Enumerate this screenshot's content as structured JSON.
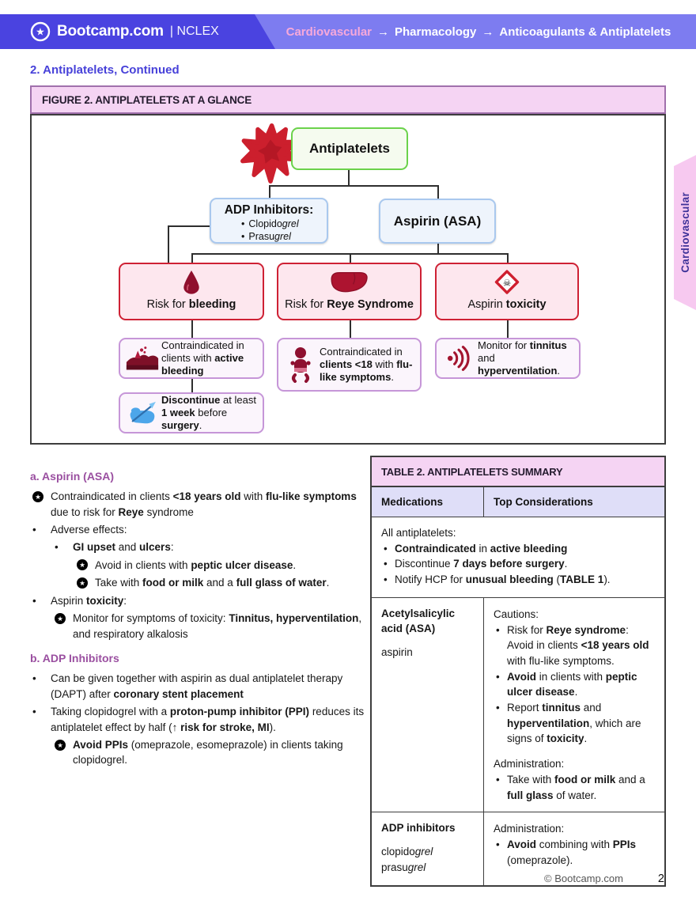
{
  "header": {
    "brand": "Bootcamp.com",
    "brand_suffix": "| NCLEX",
    "breadcrumb": {
      "arrow": "→",
      "items": [
        "Cardiovascular",
        "Pharmacology",
        "Anticoagulants & Antiplatelets"
      ]
    }
  },
  "side_tab": "Cardiovascular",
  "page_heading": "2. Antiplatelets, Continued",
  "figure": {
    "title": "FIGURE 2. ANTIPLATELETS AT A GLANCE",
    "root": "Antiplatelets",
    "adp_node": {
      "title": "ADP Inhibitors:",
      "drugs": [
        [
          {
            "t": "Clopido"
          },
          {
            "t": "grel",
            "i": true
          }
        ],
        [
          {
            "t": "Prasu"
          },
          {
            "t": "grel",
            "i": true
          }
        ]
      ]
    },
    "aspirin_node": "Aspirin (ASA)",
    "risk_bleeding": [
      {
        "t": "Risk for "
      },
      {
        "t": "bleeding",
        "b": true
      }
    ],
    "risk_reye": [
      {
        "t": "Risk for "
      },
      {
        "t": "Reye Syndrome",
        "b": true
      }
    ],
    "risk_toxicity": [
      {
        "t": "Aspirin "
      },
      {
        "t": "toxicity",
        "b": true
      }
    ],
    "contra_bleeding": [
      {
        "t": "Contraindicated in clients with "
      },
      {
        "t": "active bleeding",
        "b": true
      }
    ],
    "contra_reye": [
      {
        "t": "Contraindicated in "
      },
      {
        "t": "clients <18",
        "b": true
      },
      {
        "t": " with "
      },
      {
        "t": "flu-like symptoms",
        "b": true
      },
      {
        "t": "."
      }
    ],
    "monitor_toxicity": [
      {
        "t": "Monitor for "
      },
      {
        "t": "tinnitus",
        "b": true
      },
      {
        "t": " and "
      },
      {
        "t": "hyperventilation",
        "b": true
      },
      {
        "t": "."
      }
    ],
    "discontinue": [
      {
        "t": "Discontinue",
        "b": true
      },
      {
        "t": " at least "
      },
      {
        "t": "1 week",
        "b": true
      },
      {
        "t": " before "
      },
      {
        "t": "surgery",
        "b": true
      },
      {
        "t": "."
      }
    ]
  },
  "sections": {
    "a": {
      "heading": "a. Aspirin (ASA)",
      "items": [
        {
          "bullet": "star",
          "indent": 0,
          "rich": [
            {
              "t": "Contraindicated in clients "
            },
            {
              "t": "<18 years old",
              "b": true
            },
            {
              "t": " with "
            },
            {
              "t": "flu-like symptoms",
              "b": true
            },
            {
              "t": " due to risk for "
            },
            {
              "t": "Reye",
              "b": true
            },
            {
              "t": " syndrome"
            }
          ]
        },
        {
          "bullet": "dot",
          "indent": 0,
          "rich": [
            {
              "t": "Adverse effects:"
            }
          ]
        },
        {
          "bullet": "dot",
          "indent": 1,
          "rich": [
            {
              "t": "GI upset",
              "b": true
            },
            {
              "t": " and "
            },
            {
              "t": "ulcers",
              "b": true
            },
            {
              "t": ":"
            }
          ]
        },
        {
          "bullet": "star",
          "indent": 2,
          "rich": [
            {
              "t": "Avoid in clients with "
            },
            {
              "t": "peptic ulcer disease",
              "b": true
            },
            {
              "t": "."
            }
          ]
        },
        {
          "bullet": "star",
          "indent": 2,
          "rich": [
            {
              "t": "Take with "
            },
            {
              "t": "food or milk",
              "b": true
            },
            {
              "t": " and a "
            },
            {
              "t": "full glass of water",
              "b": true
            },
            {
              "t": "."
            }
          ]
        },
        {
          "bullet": "dot",
          "indent": 0,
          "rich": [
            {
              "t": "Aspirin "
            },
            {
              "t": "toxicity",
              "b": true
            },
            {
              "t": ":"
            }
          ]
        },
        {
          "bullet": "star",
          "indent": 1,
          "rich": [
            {
              "t": "Monitor for symptoms of toxicity: "
            },
            {
              "t": "Tinnitus, hyperventilation",
              "b": true
            },
            {
              "t": ", and respiratory alkalosis"
            }
          ]
        }
      ]
    },
    "b": {
      "heading": "b. ADP Inhibitors",
      "items": [
        {
          "bullet": "dot",
          "indent": 0,
          "rich": [
            {
              "t": "Can be given together with aspirin as dual antiplatelet therapy (DAPT) after "
            },
            {
              "t": "coronary stent placement",
              "b": true
            }
          ]
        },
        {
          "bullet": "dot",
          "indent": 0,
          "rich": [
            {
              "t": "Taking clopidogrel with a "
            },
            {
              "t": "proton-pump inhibitor (PPI)",
              "b": true
            },
            {
              "t": " reduces its antiplatelet effect by half ("
            },
            {
              "t": "↑ risk for stroke, MI",
              "b": true
            },
            {
              "t": ")."
            }
          ]
        },
        {
          "bullet": "star",
          "indent": 1,
          "rich": [
            {
              "t": "Avoid PPIs",
              "b": true
            },
            {
              "t": " (omeprazole, esomeprazole) in clients taking clopidogrel."
            }
          ]
        }
      ]
    }
  },
  "table": {
    "title": "TABLE 2. ANTIPLATELETS SUMMARY",
    "columns": [
      "Medications",
      "Top Considerations"
    ],
    "row_all": {
      "intro": "All antiplatelets:",
      "bullets": [
        [
          {
            "t": "Contraindicated",
            "b": true
          },
          {
            "t": " in "
          },
          {
            "t": "active bleeding",
            "b": true
          }
        ],
        [
          {
            "t": "Discontinue "
          },
          {
            "t": "7 days before surgery",
            "b": true
          },
          {
            "t": "."
          }
        ],
        [
          {
            "t": "Notify HCP for "
          },
          {
            "t": "unusual bleeding",
            "b": true
          },
          {
            "t": " ("
          },
          {
            "t": "TABLE 1",
            "b": true
          },
          {
            "t": ")."
          }
        ]
      ]
    },
    "row_asa": {
      "name": [
        {
          "t": "Acetylsalicylic acid (ASA)",
          "b": true
        }
      ],
      "generic": "aspirin",
      "cautions_label": "Cautions:",
      "cautions": [
        [
          {
            "t": "Risk for "
          },
          {
            "t": "Reye syndrome",
            "b": true
          },
          {
            "t": ": Avoid in clients "
          },
          {
            "t": "<18 years old",
            "b": true
          },
          {
            "t": " with flu-like symptoms."
          }
        ],
        [
          {
            "t": "Avoid",
            "b": true
          },
          {
            "t": " in clients with "
          },
          {
            "t": "peptic ulcer disease",
            "b": true
          },
          {
            "t": "."
          }
        ],
        [
          {
            "t": "Report "
          },
          {
            "t": "tinnitus",
            "b": true
          },
          {
            "t": " and "
          },
          {
            "t": "hyperventilation",
            "b": true
          },
          {
            "t": ", which are signs of "
          },
          {
            "t": "toxicity",
            "b": true
          },
          {
            "t": "."
          }
        ]
      ],
      "admin_label": "Administration:",
      "admin": [
        [
          {
            "t": "Take with "
          },
          {
            "t": "food or milk",
            "b": true
          },
          {
            "t": " and a "
          },
          {
            "t": "full glass",
            "b": true
          },
          {
            "t": " of water."
          }
        ]
      ]
    },
    "row_adp": {
      "name": [
        {
          "t": "ADP inhibitors",
          "b": true
        }
      ],
      "drugs": [
        [
          {
            "t": "clopido"
          },
          {
            "t": "grel",
            "i": true
          }
        ],
        [
          {
            "t": "prasu"
          },
          {
            "t": "grel",
            "i": true
          }
        ]
      ],
      "admin_label": "Administration:",
      "admin": [
        [
          {
            "t": "Avoid",
            "b": true
          },
          {
            "t": " combining with "
          },
          {
            "t": "PPIs",
            "b": true
          },
          {
            "t": " (omeprazole)."
          }
        ]
      ]
    }
  },
  "footer": {
    "copyright": "© Bootcamp.com",
    "page": "2"
  },
  "icons": {
    "star_bullet": "★",
    "dot_bullet": "•",
    "skull": "☠",
    "brand_star": "★"
  },
  "colors": {
    "header_dark": "#4a43e0",
    "header_light": "#7d7cf0",
    "breadcrumb_pink": "#f7a9da",
    "heading_indigo": "#4741d9",
    "section_purple": "#9a4fa0",
    "figure_title_pink": "#f5d4f3",
    "table_header_bg": "#dfdef8",
    "risk_border_red": "#ce2134",
    "risk_bg_pink": "#fde7ee",
    "lavender_border": "#c696d8",
    "lavender_bg": "#fbf5fc",
    "green_border": "#6bd24b",
    "blue_border": "#a9c8ee",
    "side_tab_pink": "#f7c9f0",
    "line_dark": "#2e2e2e"
  }
}
